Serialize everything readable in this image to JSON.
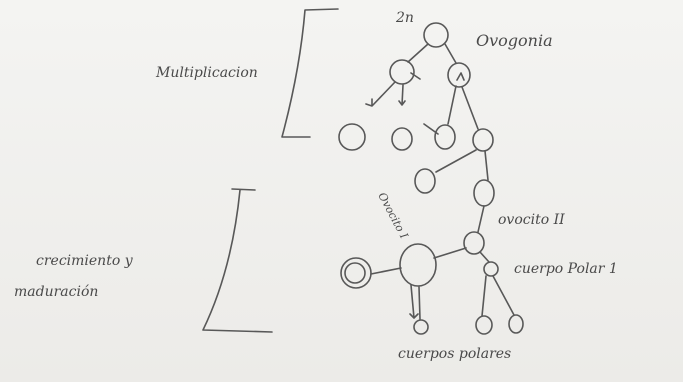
{
  "labels": {
    "n": "2n",
    "ovogonia": "Ovogonia",
    "multiplicacion": "Multiplicacion",
    "ovocito1": "Ovocito I",
    "ovocito2": "ovocito II",
    "cuerpo_polar_1": "cuerpo Polar 1",
    "crecimiento": "crecimiento y",
    "maduracion": "maduración",
    "cuerpos_polares": "cuerpos polares"
  }
}
